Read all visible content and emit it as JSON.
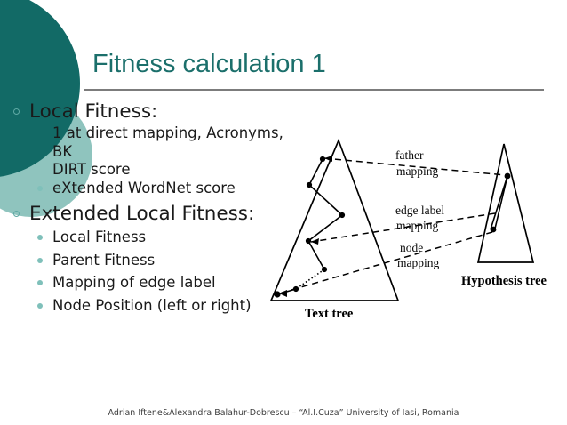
{
  "slide": {
    "title": "Fitness calculation 1",
    "title_color": "#1b6f6b",
    "accent_dark": "#126a66",
    "accent_light": "#8fc4be",
    "bullet_ring_color": "#5fa9a4",
    "bullet_dot_color": "#7fc0ba",
    "rule_color": "#7c7c7c",
    "background": "#ffffff"
  },
  "body": {
    "groups": [
      {
        "heading": "Local Fitness:",
        "items": [
          {
            "text": "1 at direct mapping, Acronyms, BK",
            "bullet_visible": false
          },
          {
            "text": "DIRT score",
            "bullet_visible": false
          },
          {
            "text": "eXtended WordNet score",
            "bullet_visible": true
          }
        ]
      },
      {
        "heading": "Extended Local Fitness:",
        "items": [
          {
            "text": "Local Fitness",
            "bullet_visible": true
          },
          {
            "text": "Parent Fitness",
            "bullet_visible": true
          },
          {
            "text": "Mapping of edge label",
            "bullet_visible": true
          },
          {
            "text": "Node Position (left or right)",
            "bullet_visible": true
          }
        ]
      }
    ]
  },
  "diagram": {
    "type": "tree-mapping-figure",
    "text_tree_label": "Text tree",
    "hypothesis_tree_label": "Hypothesis tree",
    "mapping_labels": [
      {
        "line1": "father",
        "line2": "mapping"
      },
      {
        "line1": "edge label",
        "line2": "mapping"
      },
      {
        "line1": "node",
        "line2": "mapping"
      }
    ]
  },
  "footer": {
    "text": "Adrian Iftene&Alexandra Balahur-Dobrescu – “Al.I.Cuza” University of Iasi, Romania"
  }
}
